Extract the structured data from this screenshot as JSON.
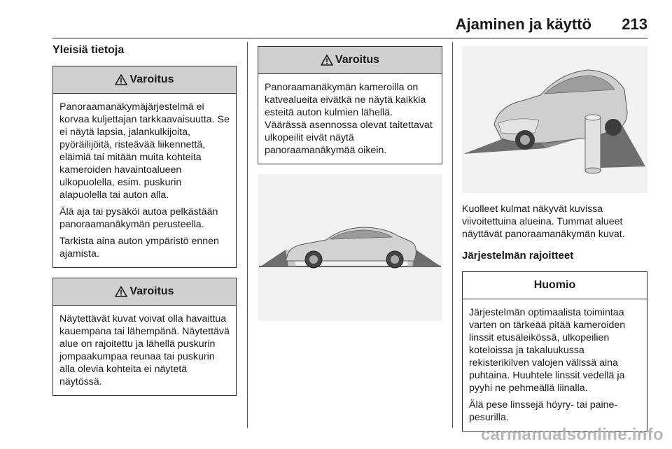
{
  "header": {
    "title": "Ajaminen ja käyttö",
    "page_number": "213"
  },
  "col1": {
    "section_title": "Yleisiä tietoja",
    "warning1": {
      "head": "Varoitus",
      "paragraphs": [
        "Panoraamanäkymäjärjestelmä ei korvaa kuljettajan tarkkaavai­suutta. Se ei näytä lapsia, jalan­kulkijoita, pyöräilijöitä, risteävää liikennettä, eläimiä tai mitään muita kohteita kameroiden havaintoalueen ulkopuolella, esim. puskurin alapuolella tai auton alla.",
        "Älä aja tai pysäköi autoa pelkäs­tään panoraamanäkymän perus­teella.",
        "Tarkista aina auton ympäristö ennen ajamista."
      ]
    },
    "warning2": {
      "head": "Varoitus",
      "paragraphs": [
        "Näytettävät kuvat voivat olla havaittua kauempana tai lähem­pänä. Näytettävä alue on rajoitettu ja lähellä puskurin jompaakumpaa reunaa tai puskurin alla olevia kohteita ei näytetä näytössä."
      ]
    }
  },
  "col2": {
    "warning3": {
      "head": "Varoitus",
      "paragraphs": [
        "Panoraamanäkymän kameroilla on katvealueita eivätkä ne näytä kaikkia esteitä auton kulmien lähellä. Väärässä asennossa olevat taitettavat ulkopeilit eivät näytä panoraamanäkymää oikein."
      ]
    }
  },
  "col3": {
    "caption": "Kuolleet kulmat näkyvät kuvissa viivoitettuina alueina. Tummat alueet näyttävät panoraamanäkymän kuvat.",
    "section_title": "Järjestelmän rajoitteet",
    "note": {
      "head": "Huomio",
      "paragraphs": [
        "Järjestelmän optimaalista toimin­taa varten on tärkeää pitää kame­roiden linssit etusäleikössä, ulko­peilien koteloissa ja takaluukussa rekisterikilven valojen välissä aina puhtaina. Huuhtele linssit vedellä ja pyyhi ne pehmeällä liinalla.",
        "Älä pese linssejä höyry- tai paine­pesurilla."
      ]
    }
  },
  "watermark": "carmanualsonline.info",
  "icons": {
    "warning": "warning-triangle-icon"
  },
  "colors": {
    "box_head": "#d0d0d0",
    "camera_zone": "#6e6e6e",
    "figure_bg": "#f2f2f2"
  }
}
